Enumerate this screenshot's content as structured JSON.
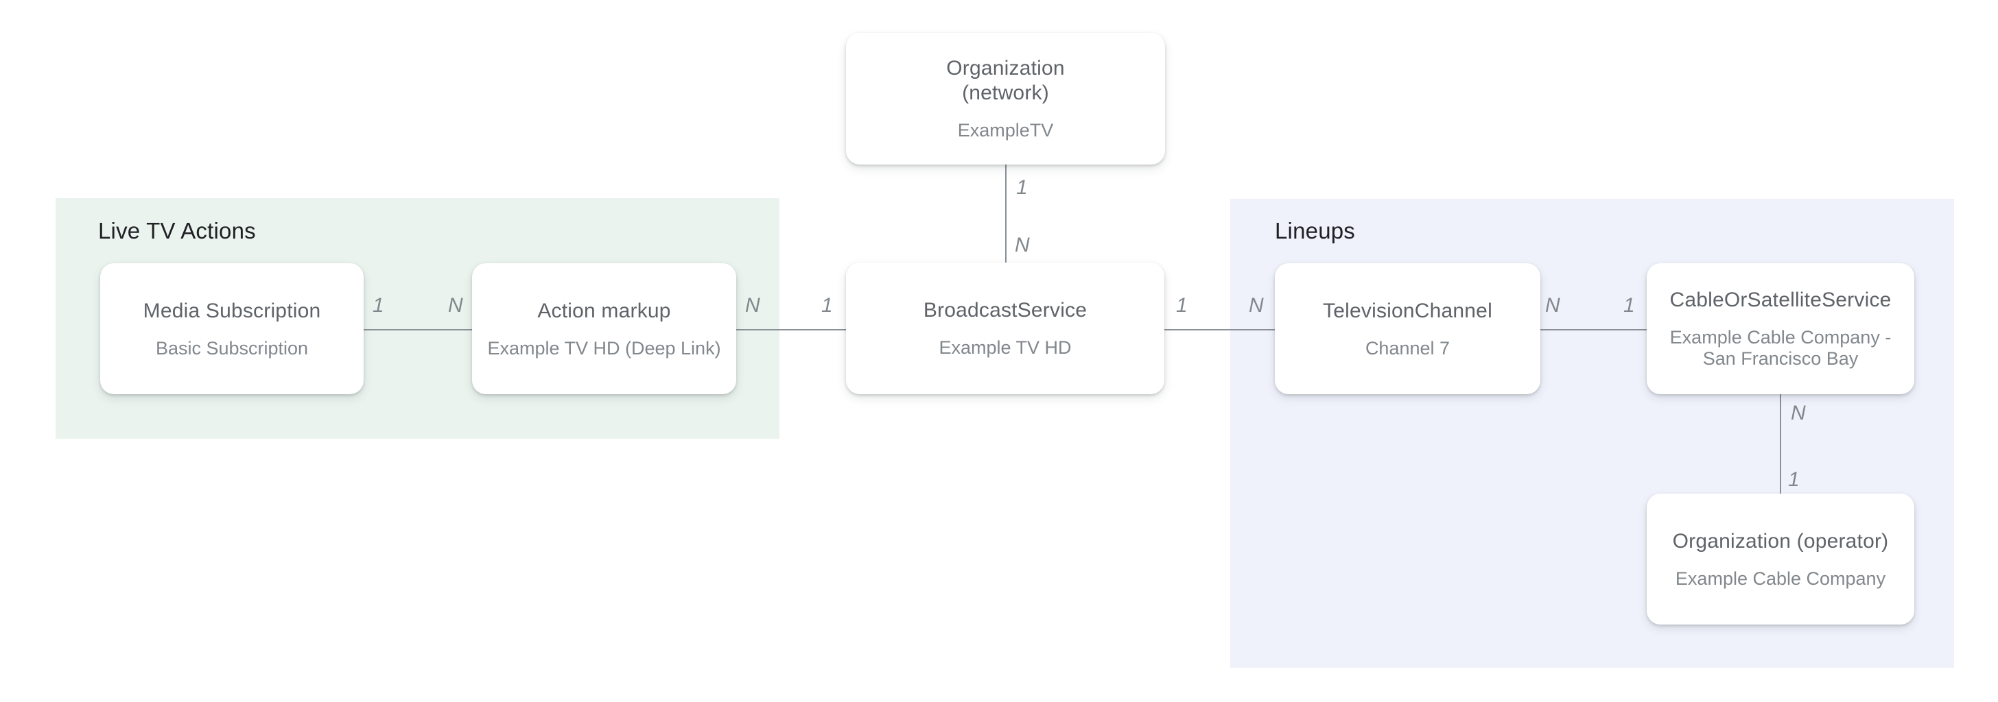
{
  "sections": {
    "live_tv": {
      "label": "Live TV Actions"
    },
    "lineups": {
      "label": "Lineups"
    }
  },
  "nodes": {
    "organization_network": {
      "title_lines": [
        "Organization",
        "(network)"
      ],
      "subtitle": "ExampleTV"
    },
    "media_subscription": {
      "title": "Media Subscription",
      "subtitle": "Basic Subscription"
    },
    "action_markup": {
      "title": "Action markup",
      "subtitle": "Example TV HD (Deep Link)"
    },
    "broadcast_service": {
      "title": "BroadcastService",
      "subtitle": "Example TV HD"
    },
    "television_channel": {
      "title": "TelevisionChannel",
      "subtitle": "Channel 7"
    },
    "cable_or_satellite_service": {
      "title": "CableOrSatelliteService",
      "subtitle_lines": [
        "Example Cable Company -",
        "San Francisco Bay"
      ]
    },
    "organization_operator": {
      "title": "Organization (operator)",
      "subtitle": "Example Cable Company"
    }
  },
  "edges": {
    "media_to_action": {
      "near_label": "1",
      "far_label": "N"
    },
    "action_to_broadcast": {
      "near_label": "N",
      "far_label": "1"
    },
    "network_to_broadcast": {
      "near_label": "1",
      "far_label": "N"
    },
    "broadcast_to_channel": {
      "near_label": "1",
      "far_label": "N"
    },
    "channel_to_cable": {
      "near_label": "N",
      "far_label": "1"
    },
    "cable_to_operator": {
      "near_label": "N",
      "far_label": "1"
    }
  },
  "colors": {
    "live-tv-bg": "#eaf3ee",
    "lineups-bg": "#eff2fb",
    "node-title": "#5f6368",
    "node-subtitle": "#82878c",
    "section-heading": "#202124",
    "connector": "#8a9095",
    "cardinality": "#82878c"
  }
}
